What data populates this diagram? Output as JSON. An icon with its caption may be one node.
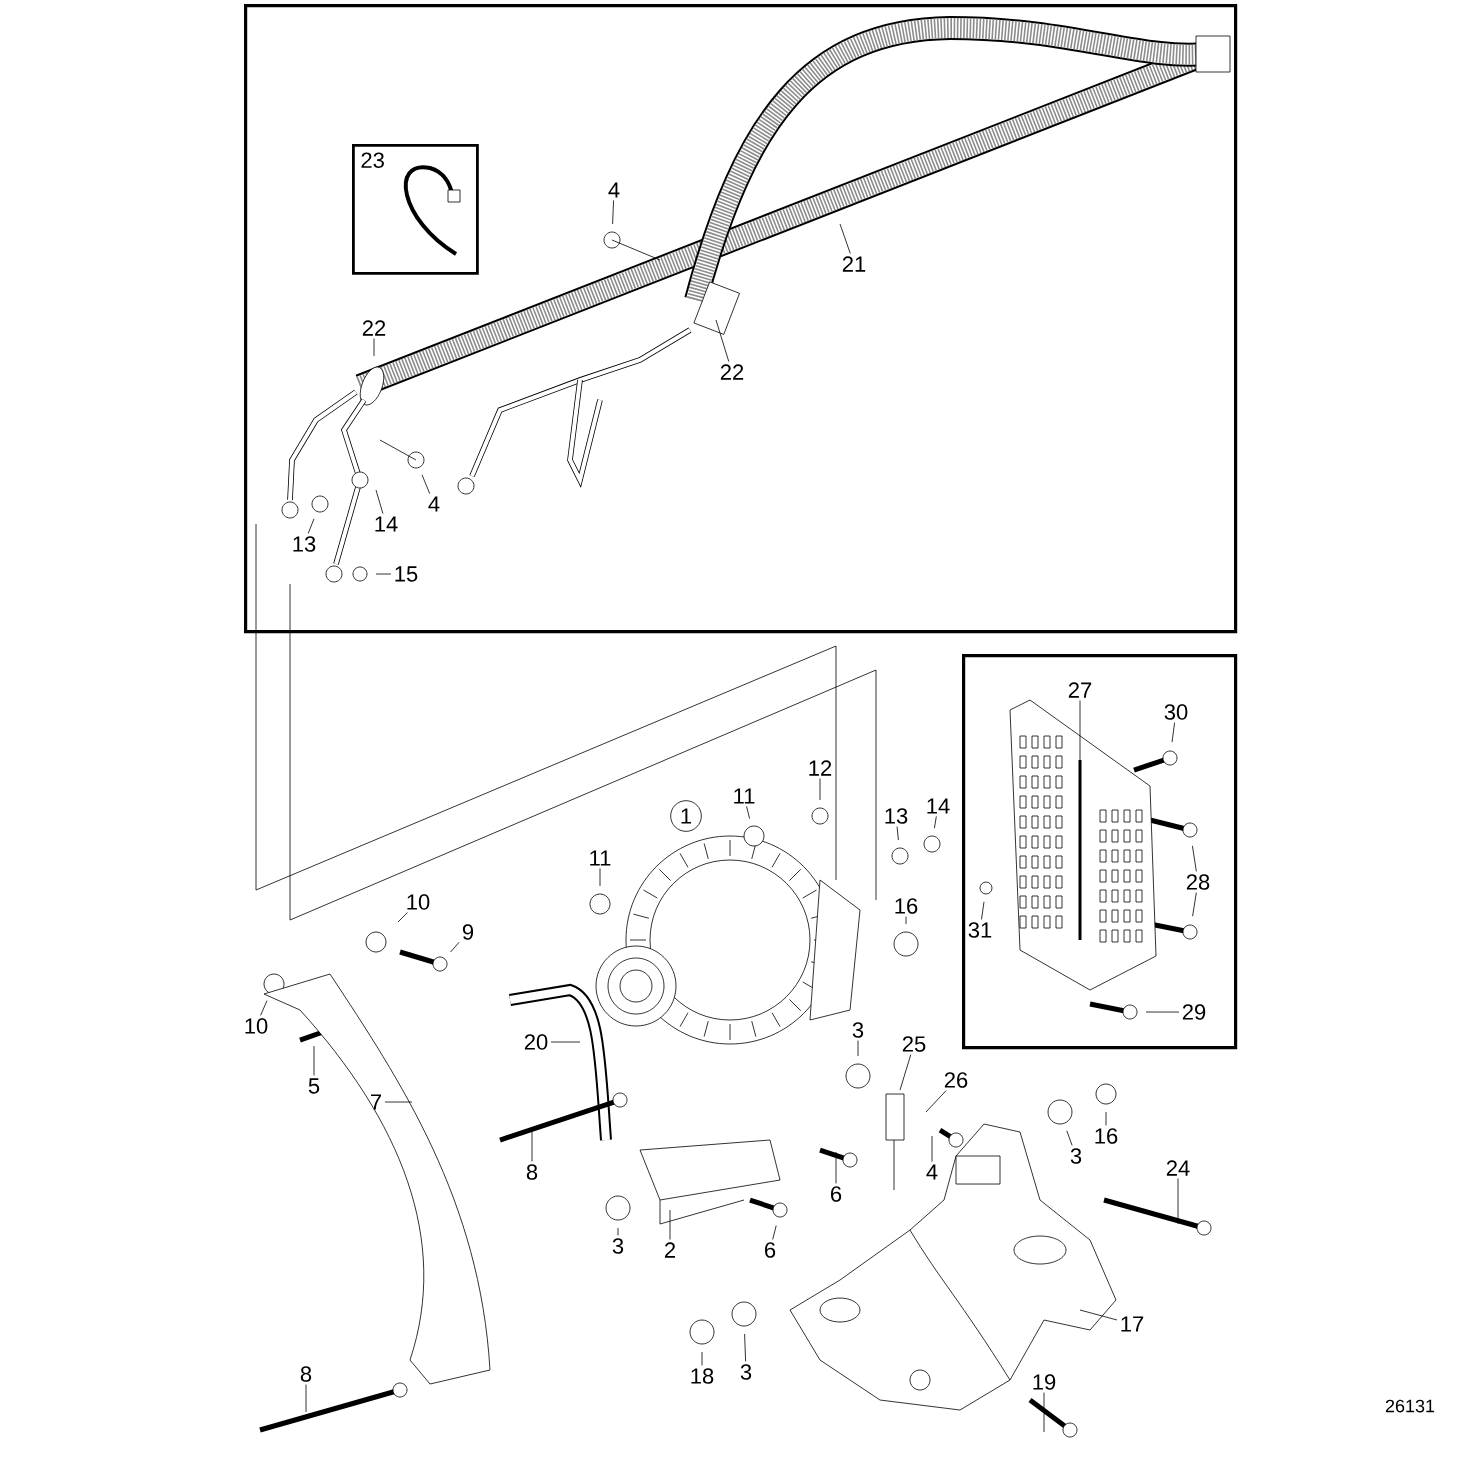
{
  "diagram": {
    "nodes": [
      {
        "text": [],
        "shape": "box"
      },
      {
        "text": [
          "23"
        ],
        "in": 0
      },
      {
        "text": [
          "4"
        ],
        "in": 0
      },
      {
        "text": [
          "21"
        ],
        "in": 0
      },
      {
        "text": [
          "22"
        ],
        "in": 0
      },
      {
        "text": [
          "22"
        ],
        "in": 0
      },
      {
        "text": [
          "4"
        ],
        "in": 0
      },
      {
        "text": [
          "14"
        ],
        "in": 0
      },
      {
        "text": [
          "13"
        ],
        "in": 0
      },
      {
        "text": [
          "15"
        ],
        "in": 0
      },
      {
        "text": [],
        "shape": "box"
      },
      {
        "text": [
          "27"
        ],
        "in": 10
      },
      {
        "text": [
          "30"
        ],
        "in": 10
      },
      {
        "text": [
          "28"
        ],
        "in": 10
      },
      {
        "text": [
          "31"
        ],
        "in": 10
      },
      {
        "text": [
          "29"
        ],
        "in": 10
      },
      {
        "text": [
          "1"
        ]
      },
      {
        "text": [
          "11"
        ]
      },
      {
        "text": [
          "12"
        ]
      },
      {
        "text": [
          "13"
        ]
      },
      {
        "text": [
          "14"
        ]
      },
      {
        "text": [
          "11"
        ]
      },
      {
        "text": [
          "10"
        ]
      },
      {
        "text": [
          "9"
        ]
      },
      {
        "text": [
          "16"
        ]
      },
      {
        "text": [
          "10"
        ]
      },
      {
        "text": [
          "20"
        ]
      },
      {
        "text": [
          "5"
        ]
      },
      {
        "text": [
          "7"
        ]
      },
      {
        "text": [
          "3"
        ]
      },
      {
        "text": [
          "25"
        ]
      },
      {
        "text": [
          "26"
        ]
      },
      {
        "text": [
          "8"
        ]
      },
      {
        "text": [
          "3"
        ]
      },
      {
        "text": [
          "16"
        ]
      },
      {
        "text": [
          "4"
        ]
      },
      {
        "text": [
          "6"
        ]
      },
      {
        "text": [
          "24"
        ]
      },
      {
        "text": [
          "3"
        ]
      },
      {
        "text": [
          "2"
        ]
      },
      {
        "text": [
          "6"
        ]
      },
      {
        "text": [
          "17"
        ]
      },
      {
        "text": [
          "18"
        ]
      },
      {
        "text": [
          "3"
        ]
      },
      {
        "text": [
          "8"
        ]
      },
      {
        "text": [
          "19"
        ]
      }
    ],
    "edges": [
      {
        "from": 2,
        "to": null,
        "arrow": "none"
      },
      {
        "from": 3,
        "to": null,
        "arrow": "none"
      },
      {
        "from": 4,
        "to": null,
        "arrow": "none"
      },
      {
        "from": 5,
        "to": null,
        "arrow": "none"
      },
      {
        "from": 6,
        "to": null,
        "arrow": "none"
      },
      {
        "from": 7,
        "to": null,
        "arrow": "none"
      },
      {
        "from": 8,
        "to": null,
        "arrow": "none"
      },
      {
        "from": 9,
        "to": null,
        "arrow": "none"
      },
      {
        "from": 11,
        "to": null,
        "arrow": "none"
      },
      {
        "from": 12,
        "to": null,
        "arrow": "none"
      },
      {
        "from": 13,
        "to": null,
        "arrow": "none"
      },
      {
        "from": 13,
        "to": null,
        "arrow": "none"
      },
      {
        "from": 14,
        "to": null,
        "arrow": "none"
      },
      {
        "from": 15,
        "to": null,
        "arrow": "none"
      },
      {
        "from": 17,
        "to": null,
        "arrow": "none"
      },
      {
        "from": 18,
        "to": null,
        "arrow": "none"
      },
      {
        "from": 19,
        "to": null,
        "arrow": "none"
      },
      {
        "from": 20,
        "to": null,
        "arrow": "none"
      },
      {
        "from": 21,
        "to": null,
        "arrow": "none"
      },
      {
        "from": 22,
        "to": null,
        "arrow": "none"
      },
      {
        "from": 23,
        "to": null,
        "arrow": "none"
      },
      {
        "from": 24,
        "to": null,
        "arrow": "none"
      },
      {
        "from": 25,
        "to": null,
        "arrow": "none"
      },
      {
        "from": 26,
        "to": null,
        "arrow": "none"
      },
      {
        "from": 27,
        "to": null,
        "arrow": "none"
      },
      {
        "from": 28,
        "to": null,
        "arrow": "none"
      },
      {
        "from": 29,
        "to": null,
        "arrow": "none"
      },
      {
        "from": 30,
        "to": null,
        "arrow": "none"
      },
      {
        "from": 31,
        "to": null,
        "arrow": "none"
      },
      {
        "from": 32,
        "to": null,
        "arrow": "none"
      },
      {
        "from": 33,
        "to": null,
        "arrow": "none"
      },
      {
        "from": 34,
        "to": null,
        "arrow": "none"
      },
      {
        "from": 35,
        "to": null,
        "arrow": "none"
      },
      {
        "from": 36,
        "to": null,
        "arrow": "none"
      },
      {
        "from": 37,
        "to": null,
        "arrow": "none"
      },
      {
        "from": 38,
        "to": null,
        "arrow": "none"
      },
      {
        "from": 39,
        "to": null,
        "arrow": "none"
      },
      {
        "from": 40,
        "to": null,
        "arrow": "none"
      },
      {
        "from": 41,
        "to": null,
        "arrow": "none"
      },
      {
        "from": 42,
        "to": null,
        "arrow": "none"
      },
      {
        "from": 43,
        "to": null,
        "arrow": "none"
      },
      {
        "from": 44,
        "to": null,
        "arrow": "none"
      },
      {
        "from": 45,
        "to": null,
        "arrow": "none"
      }
    ],
    "labels": [
      "26131"
    ]
  }
}
